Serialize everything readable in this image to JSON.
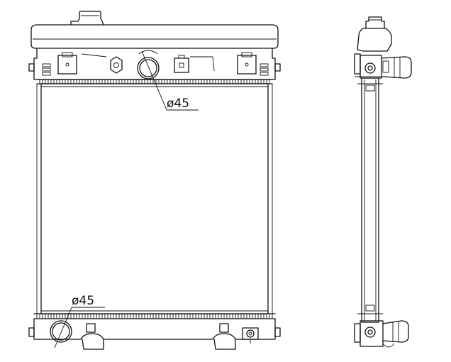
{
  "drawing": {
    "subject": "radiator-technical-drawing",
    "views": [
      "front-view",
      "side-view"
    ],
    "dimensions": {
      "upper_inlet": "ø45",
      "lower_outlet": "ø45"
    }
  }
}
